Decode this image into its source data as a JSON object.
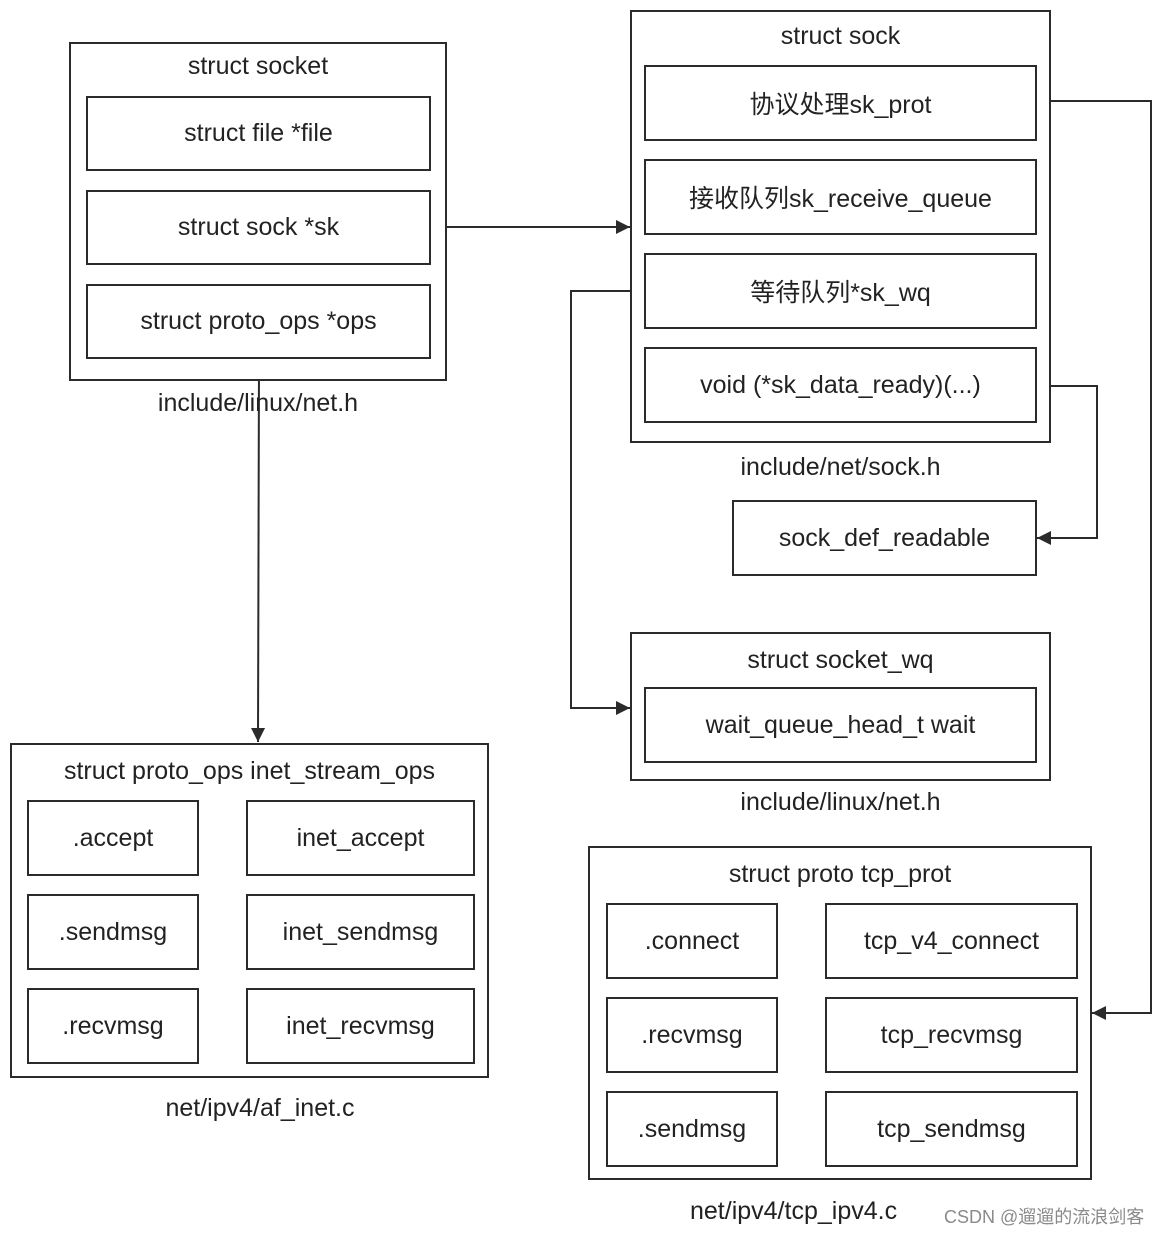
{
  "socket": {
    "title": "struct socket",
    "fields": [
      "struct file  *file",
      "struct sock  *sk",
      "struct proto_ops *ops"
    ],
    "caption": "include/linux/net.h"
  },
  "sock": {
    "title": "struct sock",
    "fields": [
      "协议处理sk_prot",
      "接收队列sk_receive_queue",
      "等待队列*sk_wq",
      "void (*sk_data_ready)(...)"
    ],
    "caption": "include/net/sock.h"
  },
  "sock_def_readable": "sock_def_readable",
  "socket_wq": {
    "title": "struct socket_wq",
    "fields": [
      "wait_queue_head_t wait"
    ],
    "caption": "include/linux/net.h"
  },
  "inet_stream_ops": {
    "title": "struct proto_ops inet_stream_ops",
    "rows": [
      {
        "key": ".accept",
        "value": "inet_accept"
      },
      {
        "key": ".sendmsg",
        "value": "inet_sendmsg"
      },
      {
        "key": ".recvmsg",
        "value": "inet_recvmsg"
      }
    ],
    "caption": "net/ipv4/af_inet.c"
  },
  "tcp_prot": {
    "title": "struct proto tcp_prot",
    "rows": [
      {
        "key": ".connect",
        "value": "tcp_v4_connect"
      },
      {
        "key": ".recvmsg",
        "value": "tcp_recvmsg"
      },
      {
        "key": ".sendmsg",
        "value": "tcp_sendmsg"
      }
    ],
    "caption": "net/ipv4/tcp_ipv4.c"
  },
  "watermark": "CSDN @遛遛的流浪剑客"
}
